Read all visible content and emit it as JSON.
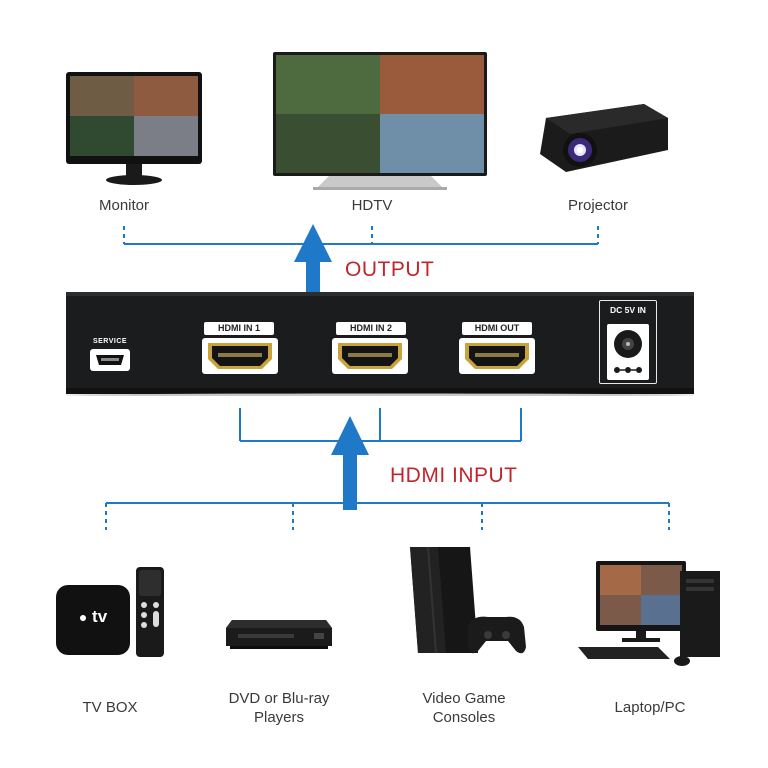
{
  "colors": {
    "accent_blue": "#1f78c8",
    "title_red": "#c0272d",
    "device_body": "#1b1c1e",
    "port_gold": "#c8a23a"
  },
  "outputs": {
    "title": "OUTPUT",
    "devices": [
      {
        "label": "Monitor",
        "icon": "monitor-icon"
      },
      {
        "label": "HDTV",
        "icon": "hdtv-icon"
      },
      {
        "label": "Projector",
        "icon": "projector-icon"
      }
    ]
  },
  "switch": {
    "ports": {
      "service": "SERVICE",
      "hdmi_in_1": "HDMI IN 1",
      "hdmi_in_2": "HDMI IN 2",
      "hdmi_out": "HDMI OUT",
      "dc_in": "DC 5V IN"
    }
  },
  "inputs": {
    "title": "HDMI INPUT",
    "devices": [
      {
        "label": "TV BOX",
        "icon": "tv-box-icon",
        "logo_text": "tv"
      },
      {
        "label": "DVD or Blu-ray Players",
        "icon": "blu-ray-player-icon"
      },
      {
        "label": "Video Game Consoles",
        "icon": "game-console-icon"
      },
      {
        "label": "Laptop/PC",
        "icon": "desktop-pc-icon"
      }
    ]
  }
}
